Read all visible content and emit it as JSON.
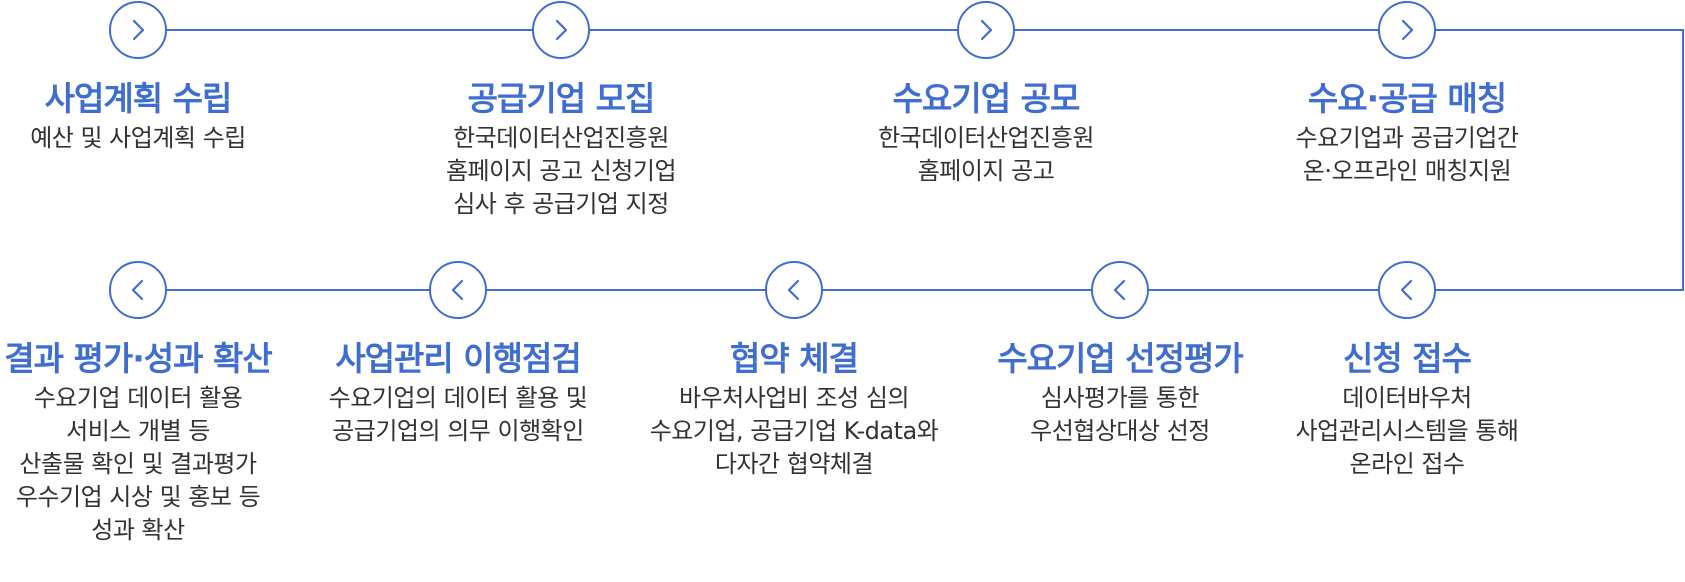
{
  "colors": {
    "accent": "#3f6ed0",
    "text": "#333333"
  },
  "steps": [
    {
      "title": "사업계획 수립",
      "icon": "chevron-right-icon",
      "lines": [
        "예산 및 사업계획 수립"
      ]
    },
    {
      "title": "공급기업 모집",
      "icon": "chevron-right-icon",
      "lines": [
        "한국데이터산업진흥원",
        "홈페이지 공고 신청기업",
        "심사 후 공급기업 지정"
      ]
    },
    {
      "title": "수요기업 공모",
      "icon": "chevron-right-icon",
      "lines": [
        "한국데이터산업진흥원",
        "홈페이지 공고"
      ]
    },
    {
      "title": "수요·공급 매칭",
      "icon": "chevron-right-icon",
      "lines": [
        "수요기업과 공급기업간",
        "온·오프라인 매칭지원"
      ]
    },
    {
      "title": "신청 접수",
      "icon": "chevron-left-icon",
      "lines": [
        "데이터바우처",
        "사업관리시스템을 통해",
        "온라인 접수"
      ]
    },
    {
      "title": "수요기업 선정평가",
      "icon": "chevron-left-icon",
      "lines": [
        "심사평가를 통한",
        "우선협상대상 선정"
      ]
    },
    {
      "title": "협약 체결",
      "icon": "chevron-left-icon",
      "lines": [
        "바우처사업비 조성 심의",
        "수요기업, 공급기업 K-data와",
        "다자간 협약체결"
      ]
    },
    {
      "title": "사업관리 이행점검",
      "icon": "chevron-left-icon",
      "lines": [
        "수요기업의 데이터 활용 및",
        "공급기업의 의무 이행확인"
      ]
    },
    {
      "title": "결과 평가·성과 확산",
      "icon": "chevron-left-icon",
      "lines": [
        "수요기업 데이터 활용",
        "서비스 개별 등",
        "산출물 확인 및 결과평가",
        "우수기업 시상 및 홍보 등",
        "성과 확산"
      ]
    }
  ]
}
